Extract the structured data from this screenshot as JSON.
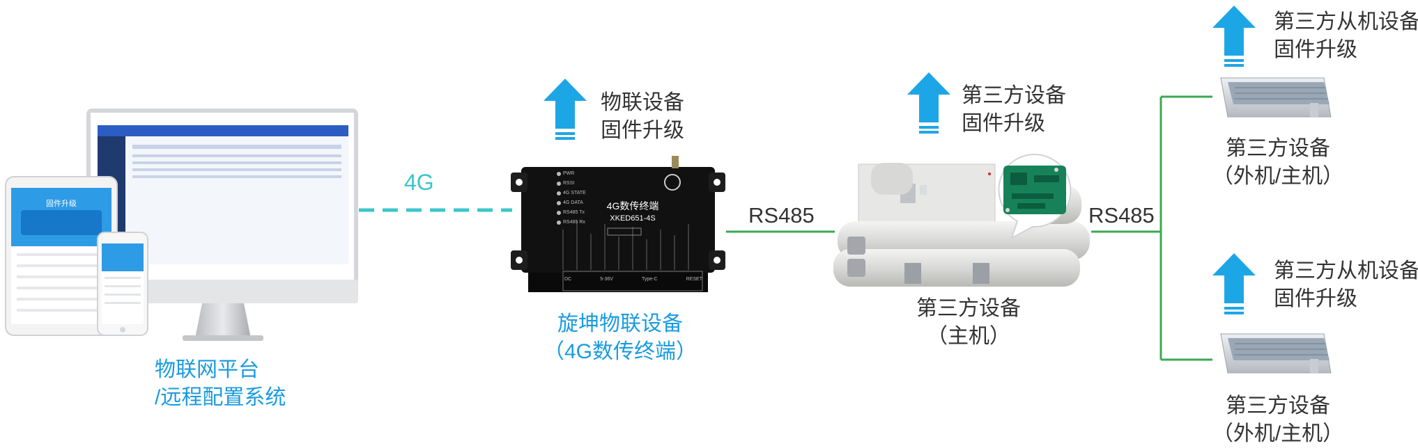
{
  "colors": {
    "arrow": "#1da6e6",
    "dashed_link": "#3cc6c9",
    "rs485_link": "#3aaa4f",
    "blue_text": "#1a9be0",
    "gray_text": "#333333"
  },
  "platform": {
    "caption_line1": "物联网平台",
    "caption_line2": "/远程配置系统",
    "tablet_title": "固件升级"
  },
  "link_4g": {
    "label": "4G"
  },
  "terminal": {
    "upgrade_line1": "物联设备",
    "upgrade_line2": "固件升级",
    "caption_line1": "旋坤物联设备",
    "caption_line2": "（4G数传终端）",
    "panel_title": "4G数传终端",
    "panel_model": "XKED651-4S",
    "panel_leds": [
      "PWR",
      "RSSI",
      "4G STATE",
      "4G DATA",
      "RS485 Tx",
      "RS485 Rx"
    ],
    "panel_ports": [
      "DC",
      "5-36V",
      "Type-C",
      "RESET"
    ]
  },
  "rs485_left": {
    "label": "RS485"
  },
  "host": {
    "upgrade_line1": "第三方设备",
    "upgrade_line2": "固件升级",
    "caption_line1": "第三方设备",
    "caption_line2": "（主机）"
  },
  "rs485_right": {
    "label": "RS485"
  },
  "slave_top": {
    "upgrade_line1": "第三方从机设备",
    "upgrade_line2": "固件升级",
    "caption_line1": "第三方设备",
    "caption_line2": "（外机/主机）"
  },
  "slave_bottom": {
    "upgrade_line1": "第三方从机设备",
    "upgrade_line2": "固件升级",
    "caption_line1": "第三方设备",
    "caption_line2": "（外机/主机）"
  }
}
